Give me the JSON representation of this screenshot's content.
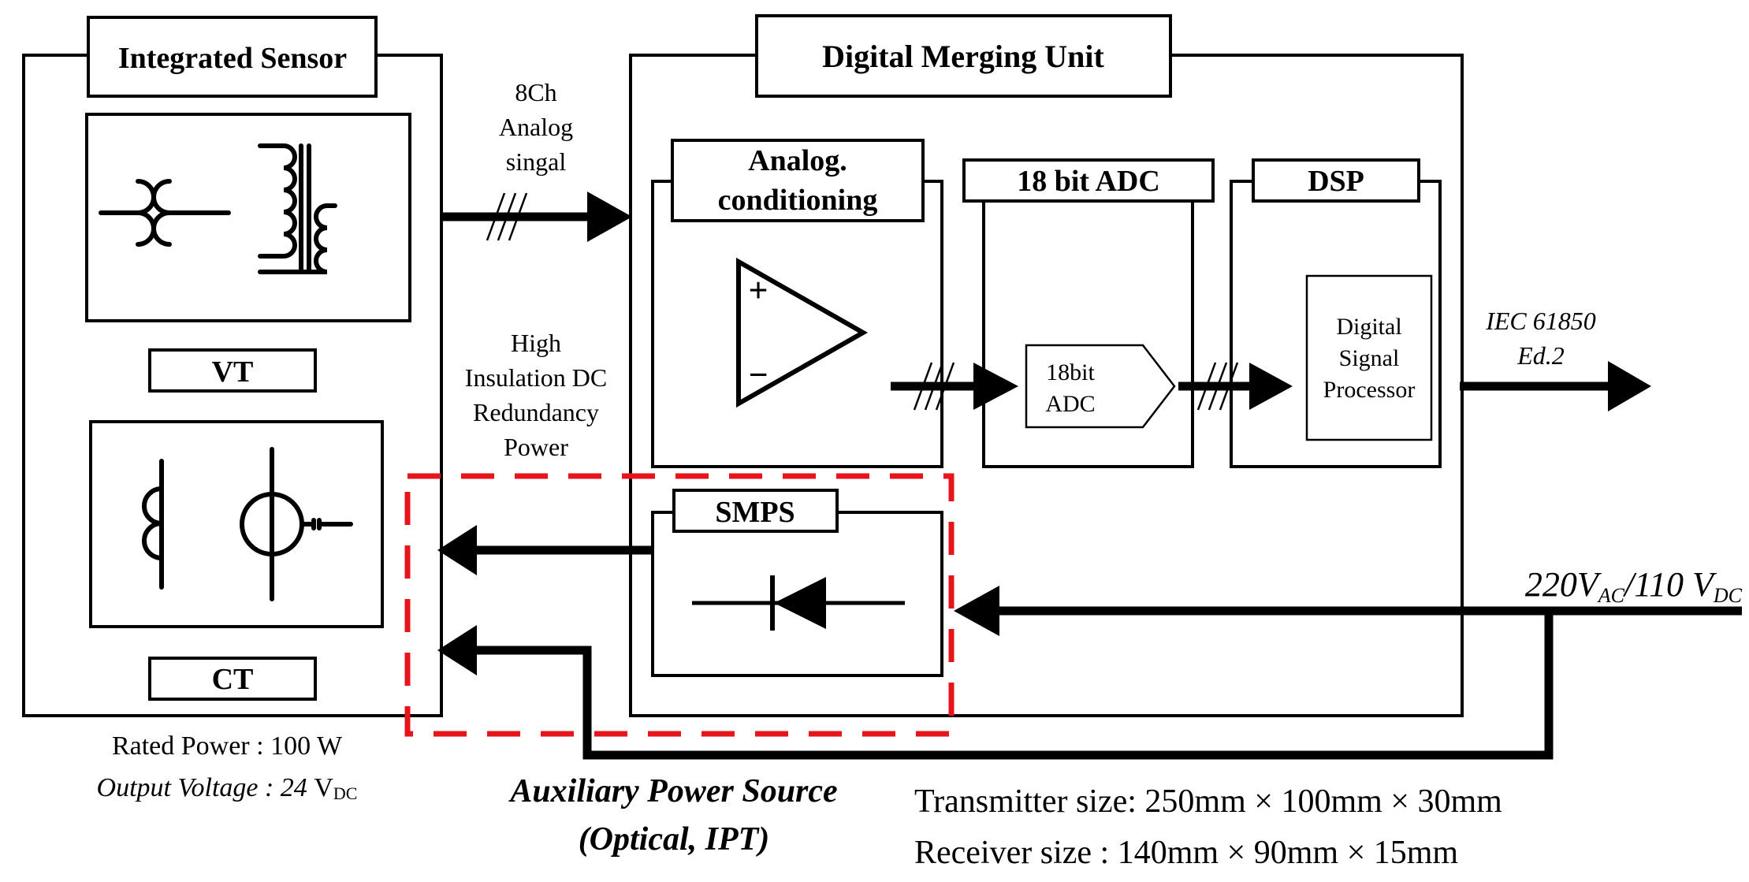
{
  "blocks": {
    "integrated_sensor": "Integrated Sensor",
    "vt": "VT",
    "ct": "CT",
    "digital_merging_unit": "Digital Merging Unit",
    "analog_conditioning": [
      "Analog.",
      "conditioning"
    ],
    "adc_header": "18 bit ADC",
    "adc_symbol": [
      "18bit",
      "ADC"
    ],
    "dsp_header": "DSP",
    "dsp_processor": [
      "Digital",
      "Signal",
      "Processor"
    ],
    "smps": "SMPS",
    "opamp_plus": "+",
    "opamp_minus": "−"
  },
  "signals": {
    "analog_input": [
      "8Ch",
      "Analog",
      "singal"
    ],
    "redundancy_power": [
      "High",
      "Insulation DC",
      "Redundancy",
      "Power"
    ],
    "output_protocol": [
      "IEC 61850",
      "Ed.2"
    ],
    "supply": {
      "ac_value": "220V",
      "ac_sub": "AC",
      "dc_value": "/110 V",
      "dc_sub": "DC"
    }
  },
  "specs": {
    "rated_power": "Rated Power : 100 W",
    "output_voltage": "Output Voltage : 24 ",
    "output_voltage_unit": "V",
    "output_voltage_sub": "DC",
    "transmitter_size": "Transmitter size: 250mm × 100mm × 30mm",
    "receiver_size": "Receiver size : 140mm × 90mm × 15mm"
  },
  "auxiliary": {
    "title": "Auxiliary Power Source",
    "subtitle": "(Optical, IPT)",
    "border_color": "#e8141b"
  }
}
